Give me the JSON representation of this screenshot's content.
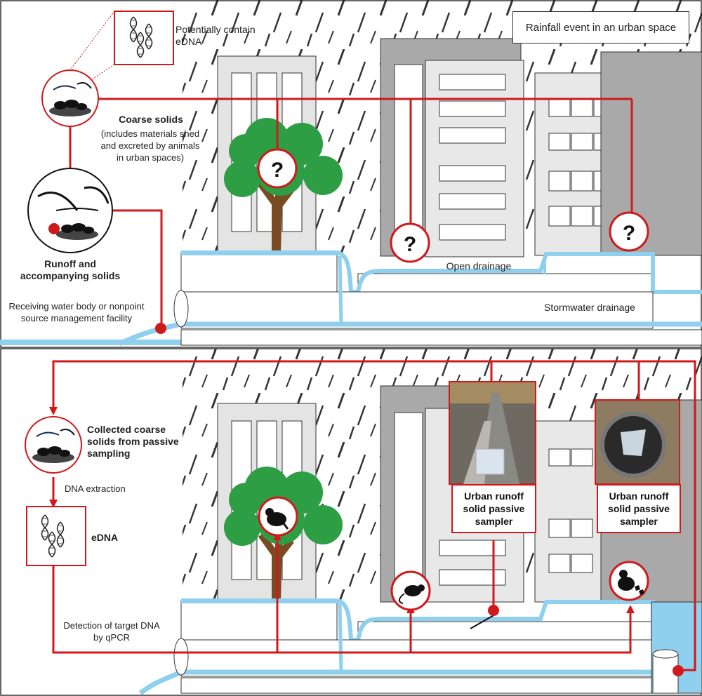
{
  "top_panel": {
    "title_box": "Rainfall event in an urban space",
    "edna_note": "Potentially contain eDNA",
    "coarse_solids_title": "Coarse solids",
    "coarse_solids_desc": "(includes materials shed and excreted by animals in urban spaces)",
    "runoff_title": "Runoff and accompanying solids",
    "receiving_water": "Receiving water body or nonpoint source management facility",
    "open_drainage": "Open drainage",
    "stormwater_drainage": "Stormwater drainage",
    "unknown_marker": "?"
  },
  "bottom_panel": {
    "collected_solids": "Collected coarse solids from passive sampling",
    "dna_extraction": "DNA extraction",
    "edna": "eDNA",
    "detection": "Detection of target DNA by qPCR",
    "sampler_label": "Urban runoff solid passive sampler"
  },
  "colors": {
    "flow_line": "#d0191b",
    "water": "#8fd0ee",
    "tree_green": "#2e9e45",
    "tree_trunk": "#7a4a22",
    "building_light": "#e8e8e8",
    "building_dark": "#a9a9a9"
  },
  "icons": [
    "dna-icon",
    "solids-icon",
    "question-icon",
    "mole-icon",
    "rat-icon",
    "raccoon-icon",
    "tree-icon",
    "building-icon"
  ]
}
